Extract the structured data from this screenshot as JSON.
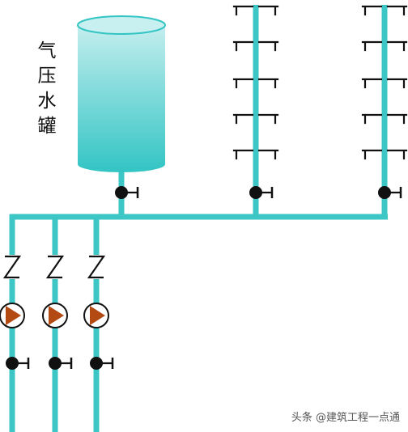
{
  "tank": {
    "label_chars": [
      "气",
      "压",
      "水",
      "罐"
    ]
  },
  "watermark": "头条 @建筑工程一点通",
  "colors": {
    "pipe": "#3cc6c6",
    "tank_top": "#b6eaea",
    "tank_bottom": "#3cc6c6",
    "pump_fill": "#b34a14",
    "valve": "#111111"
  },
  "components": {
    "risers": 2,
    "fixtures_per_riser": 5,
    "pump_branches": 3
  }
}
